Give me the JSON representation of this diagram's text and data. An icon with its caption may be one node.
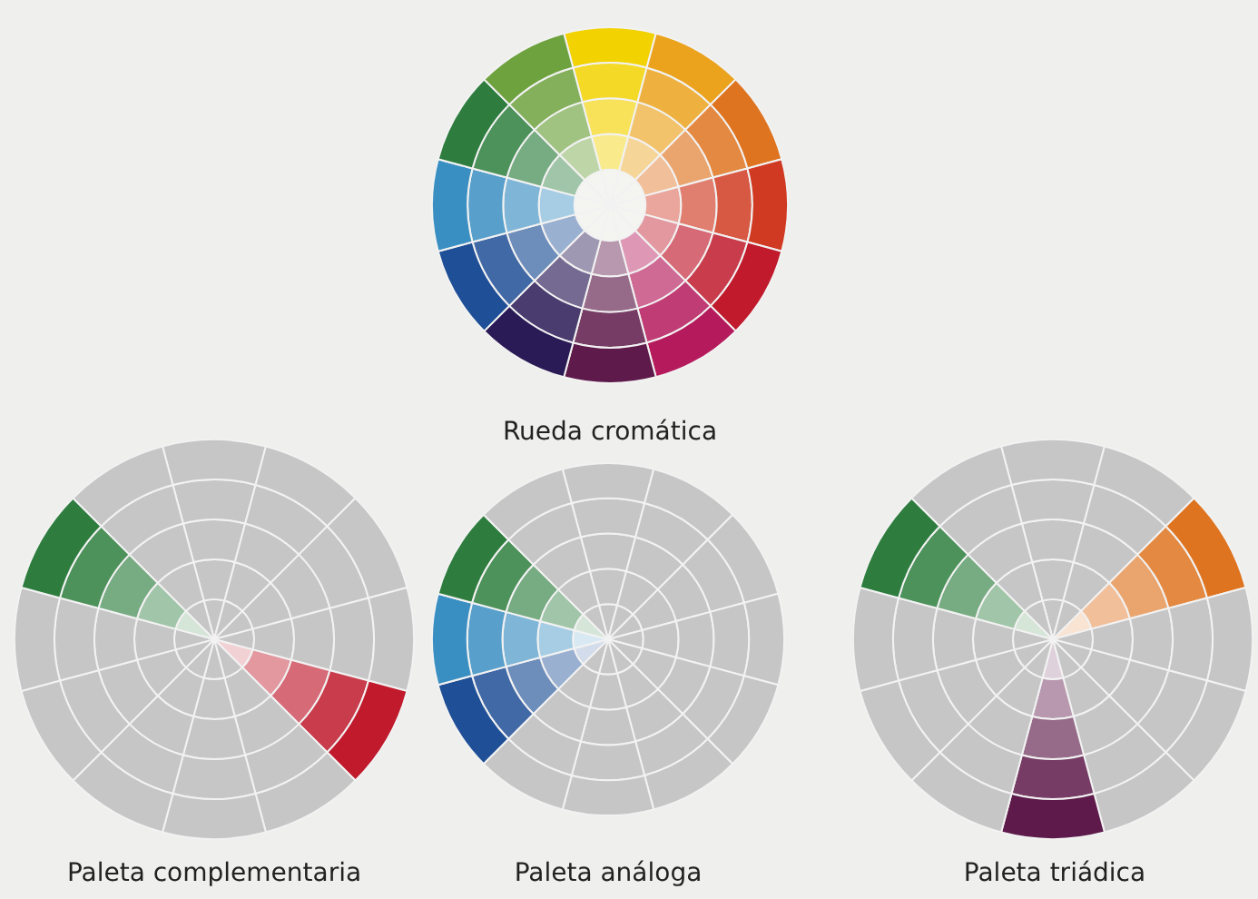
{
  "diagram": {
    "nodes": [
      {
        "text": [
          "Rueda cromática"
        ]
      },
      {
        "text": [
          "Paleta complementaria"
        ]
      },
      {
        "text": [
          "Paleta análoga"
        ]
      },
      {
        "text": [
          "Paleta triádica"
        ]
      }
    ]
  }
}
